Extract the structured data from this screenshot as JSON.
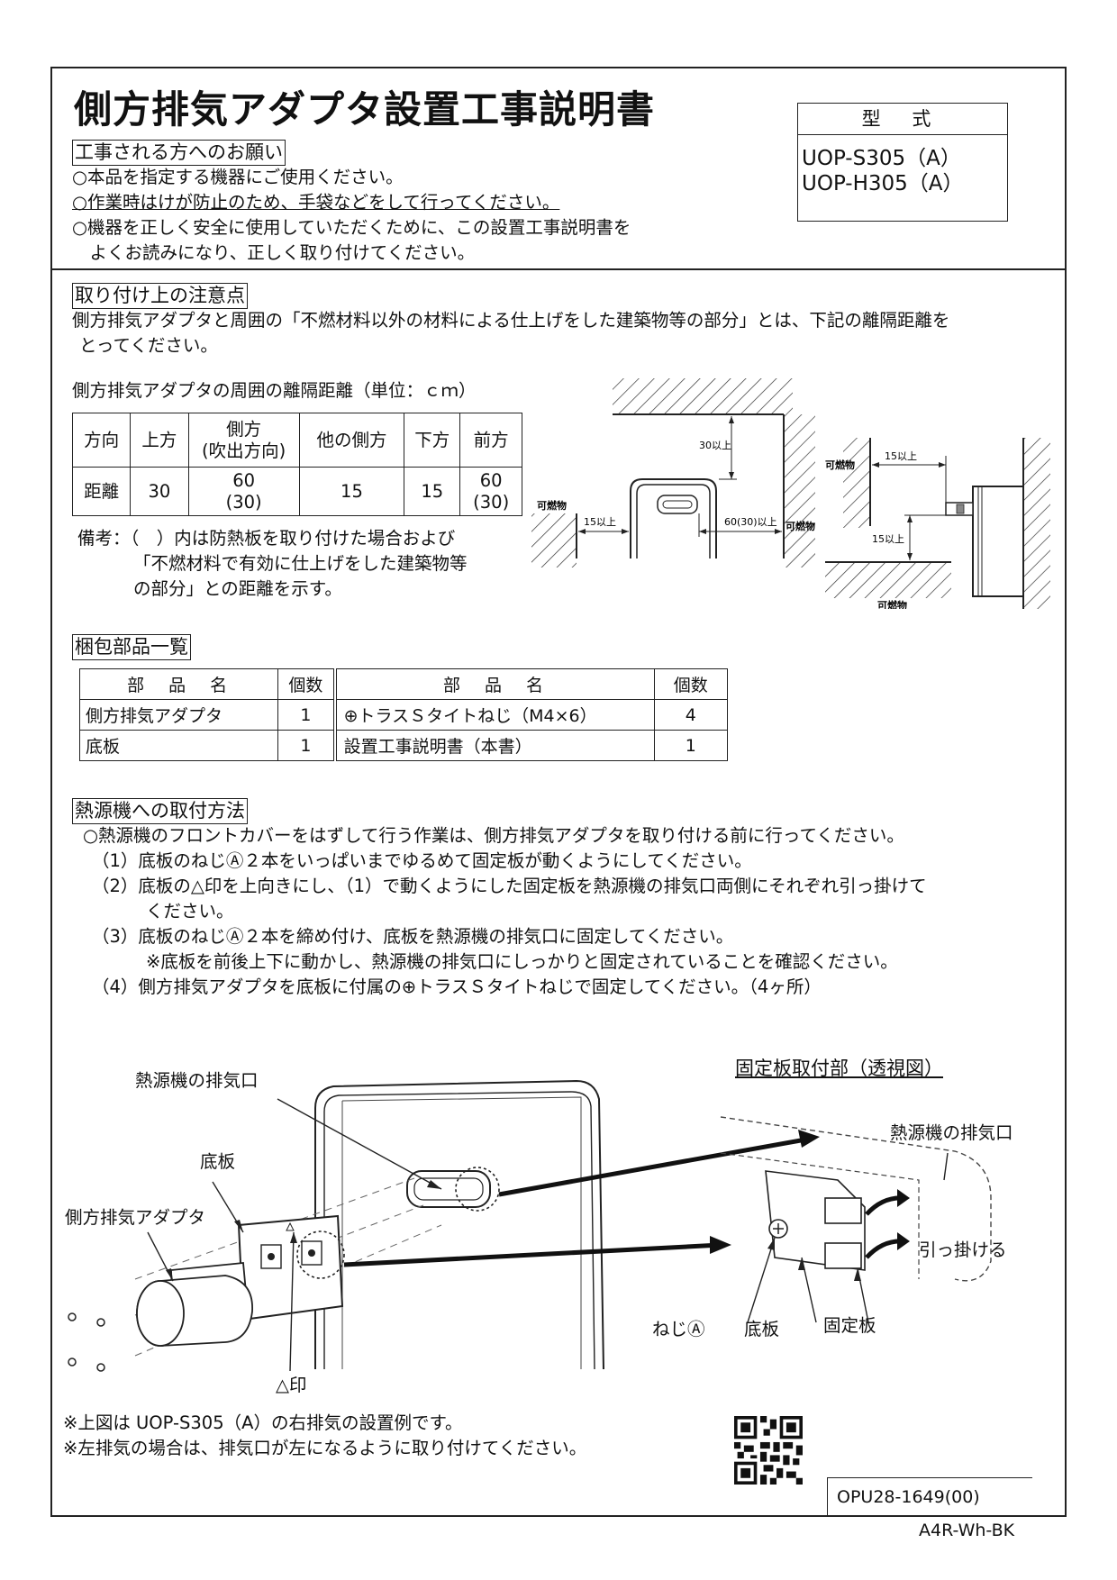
{
  "title": "側方排気アダプタ設置工事説明書",
  "model": {
    "heading": "型 式",
    "models": [
      "UOP-S305（A）",
      "UOP-H305（A）"
    ]
  },
  "request": {
    "heading": "工事される方へのお願い",
    "lines": [
      "○本品を指定する機器にご使用ください。",
      "○作業時はけが防止のため、手袋などをして行ってください。",
      "○機器を正しく安全に使用していただくために、この設置工事説明書を",
      "　よくお読みになり、正しく取り付けてください。"
    ]
  },
  "cautions": {
    "heading": "取り付け上の注意点",
    "lines": [
      "側方排気アダプタと周囲の「不燃材料以外の材料による仕上げをした建築物等の部分」とは、下記の離隔距離を",
      "とってください。"
    ],
    "table_caption": "側方排気アダプタの周囲の離隔距離（単位：ｃｍ）",
    "table_header": [
      "方向",
      "上方",
      "側方",
      "(吹出方向)",
      "他の側方",
      "下方",
      "前方"
    ],
    "table_row": [
      "距離",
      "30",
      "60",
      "(30)",
      "15",
      "15",
      "60",
      "(30)"
    ],
    "note_lines": [
      "備考：（　）内は防熱板を取り付けた場合および",
      "「不燃材料で有効に仕上げをした建築物等",
      "の部分」との距離を示す。"
    ],
    "diagram_labels": {
      "combustible": "可燃物",
      "above_30": "30以上",
      "side_15": "15以上",
      "side_60": "60(30)以上",
      "top_15": "15以上",
      "below_15": "15以上"
    }
  },
  "parts": {
    "heading": "梱包部品一覧",
    "col_name": "部　品　名",
    "col_qty": "個数",
    "rows_left": [
      {
        "name": "側方排気アダプタ",
        "qty": "1"
      },
      {
        "name": "底板",
        "qty": "1"
      }
    ],
    "rows_right": [
      {
        "name": "⊕トラスＳタイトねじ（M4×6）",
        "qty": "4"
      },
      {
        "name": "設置工事説明書（本書）",
        "qty": "1"
      }
    ]
  },
  "install": {
    "heading": "熱源機への取付方法",
    "lines": [
      "○熱源機のフロントカバーをはずして行う作業は、側方排気アダプタを取り付ける前に行ってください。",
      "（1）底板のねじⒶ２本をいっぱいまでゆるめて固定板が動くようにしてください。",
      "（2）底板の△印を上向きにし、（1）で動くようにした固定板を熱源機の排気口両側にそれぞれ引っ掛けて",
      "ください。",
      "（3）底板のねじⒶ２本を締め付け、底板を熱源機の排気口に固定してください。",
      "※底板を前後上下に動かし、熱源機の排気口にしっかりと固定されていることを確認ください。",
      "（4）側方排気アダプタを底板に付属の⊕トラスＳタイトねじで固定してください。（4ヶ所）"
    ]
  },
  "figure_labels": {
    "exhaust_port": "熱源機の排気口",
    "base_plate": "底板",
    "adapter": "側方排気アダプタ",
    "triangle_mark": "△印",
    "detail_title": "固定板取付部（透視図）",
    "detail_exhaust": "熱源機の排気口",
    "hook": "引っ掛ける",
    "screw": "ねじⒶ",
    "detail_base": "底板",
    "fixing_plate": "固定板"
  },
  "footnotes": [
    "※上図は UOP-S305（A）の右排気の設置例です。",
    "※左排気の場合は、排気口が左になるように取り付けてください。"
  ],
  "doc_code": "OPU28-1649(00)",
  "paper_code": "A4R-Wh-BK"
}
